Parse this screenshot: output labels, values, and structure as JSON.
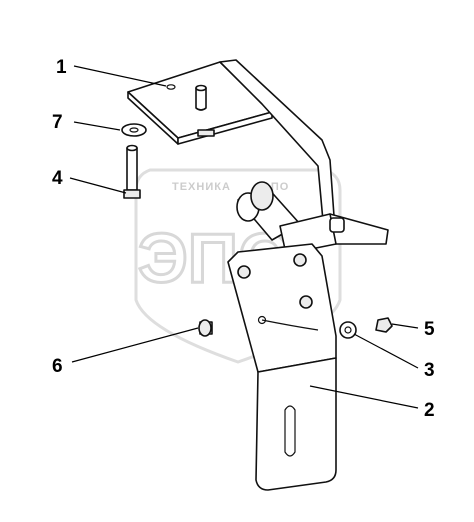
{
  "watermark": {
    "top_text": "ТЕХНИКА",
    "top_text_right": "ЭПО",
    "big_text": "ЭПС"
  },
  "callouts": [
    {
      "id": "1",
      "label": "1"
    },
    {
      "id": "2",
      "label": "2"
    },
    {
      "id": "3",
      "label": "3"
    },
    {
      "id": "4",
      "label": "4"
    },
    {
      "id": "5",
      "label": "5"
    },
    {
      "id": "6",
      "label": "6"
    },
    {
      "id": "7",
      "label": "7"
    }
  ],
  "colors": {
    "line": "#111111",
    "watermark": "#d8d8d8",
    "background": "#ffffff"
  }
}
